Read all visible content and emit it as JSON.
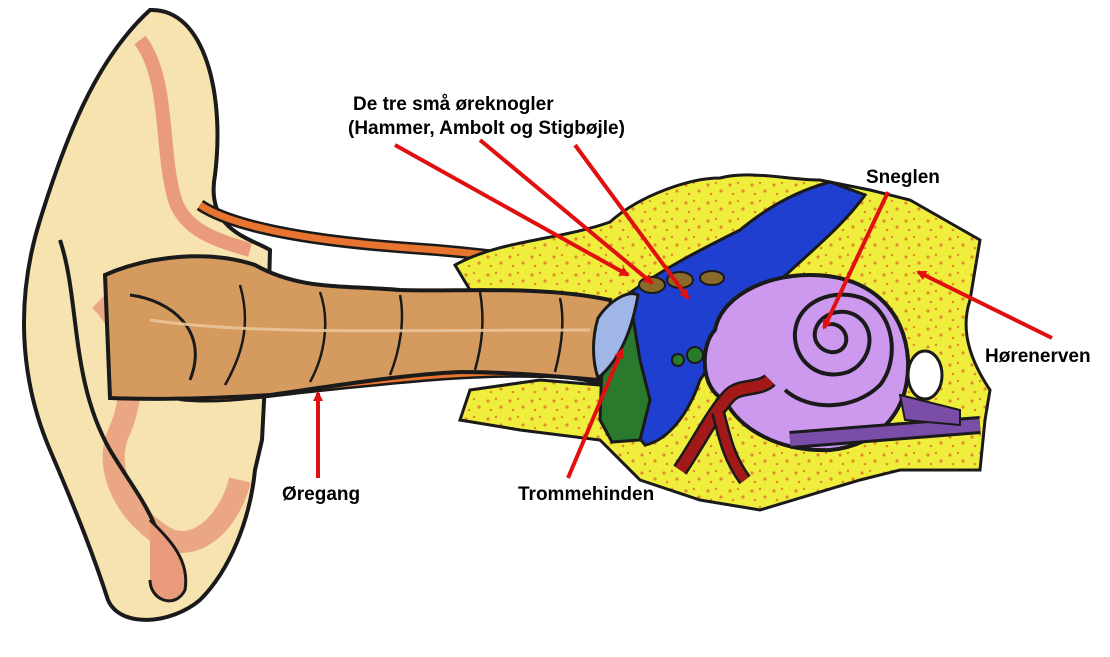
{
  "labels": {
    "ossicles_line1": "De tre små øreknogler",
    "ossicles_line2": "(Hammer, Ambolt og Stigbøjle)",
    "cochlea": "Sneglen",
    "auditory_nerve": "Hørenerven",
    "ear_canal": "Øregang",
    "eardrum": "Trommehinden"
  },
  "colors": {
    "outer_ear": "#f6e3b0",
    "outer_ear_shade": "#e99b7c",
    "canal": "#d59a5e",
    "cartilage": "#e8742f",
    "bone": "#f0ee3c",
    "bone_spots": "#e38a2e",
    "middle_ear": "#1f3fd0",
    "eardrum": "#9fb6e6",
    "eustachian": "#2a7a2e",
    "cochlea": "#cc99ee",
    "vessels": "#a31818",
    "nerve": "#7a4ea8",
    "arrows": "#e01010"
  }
}
